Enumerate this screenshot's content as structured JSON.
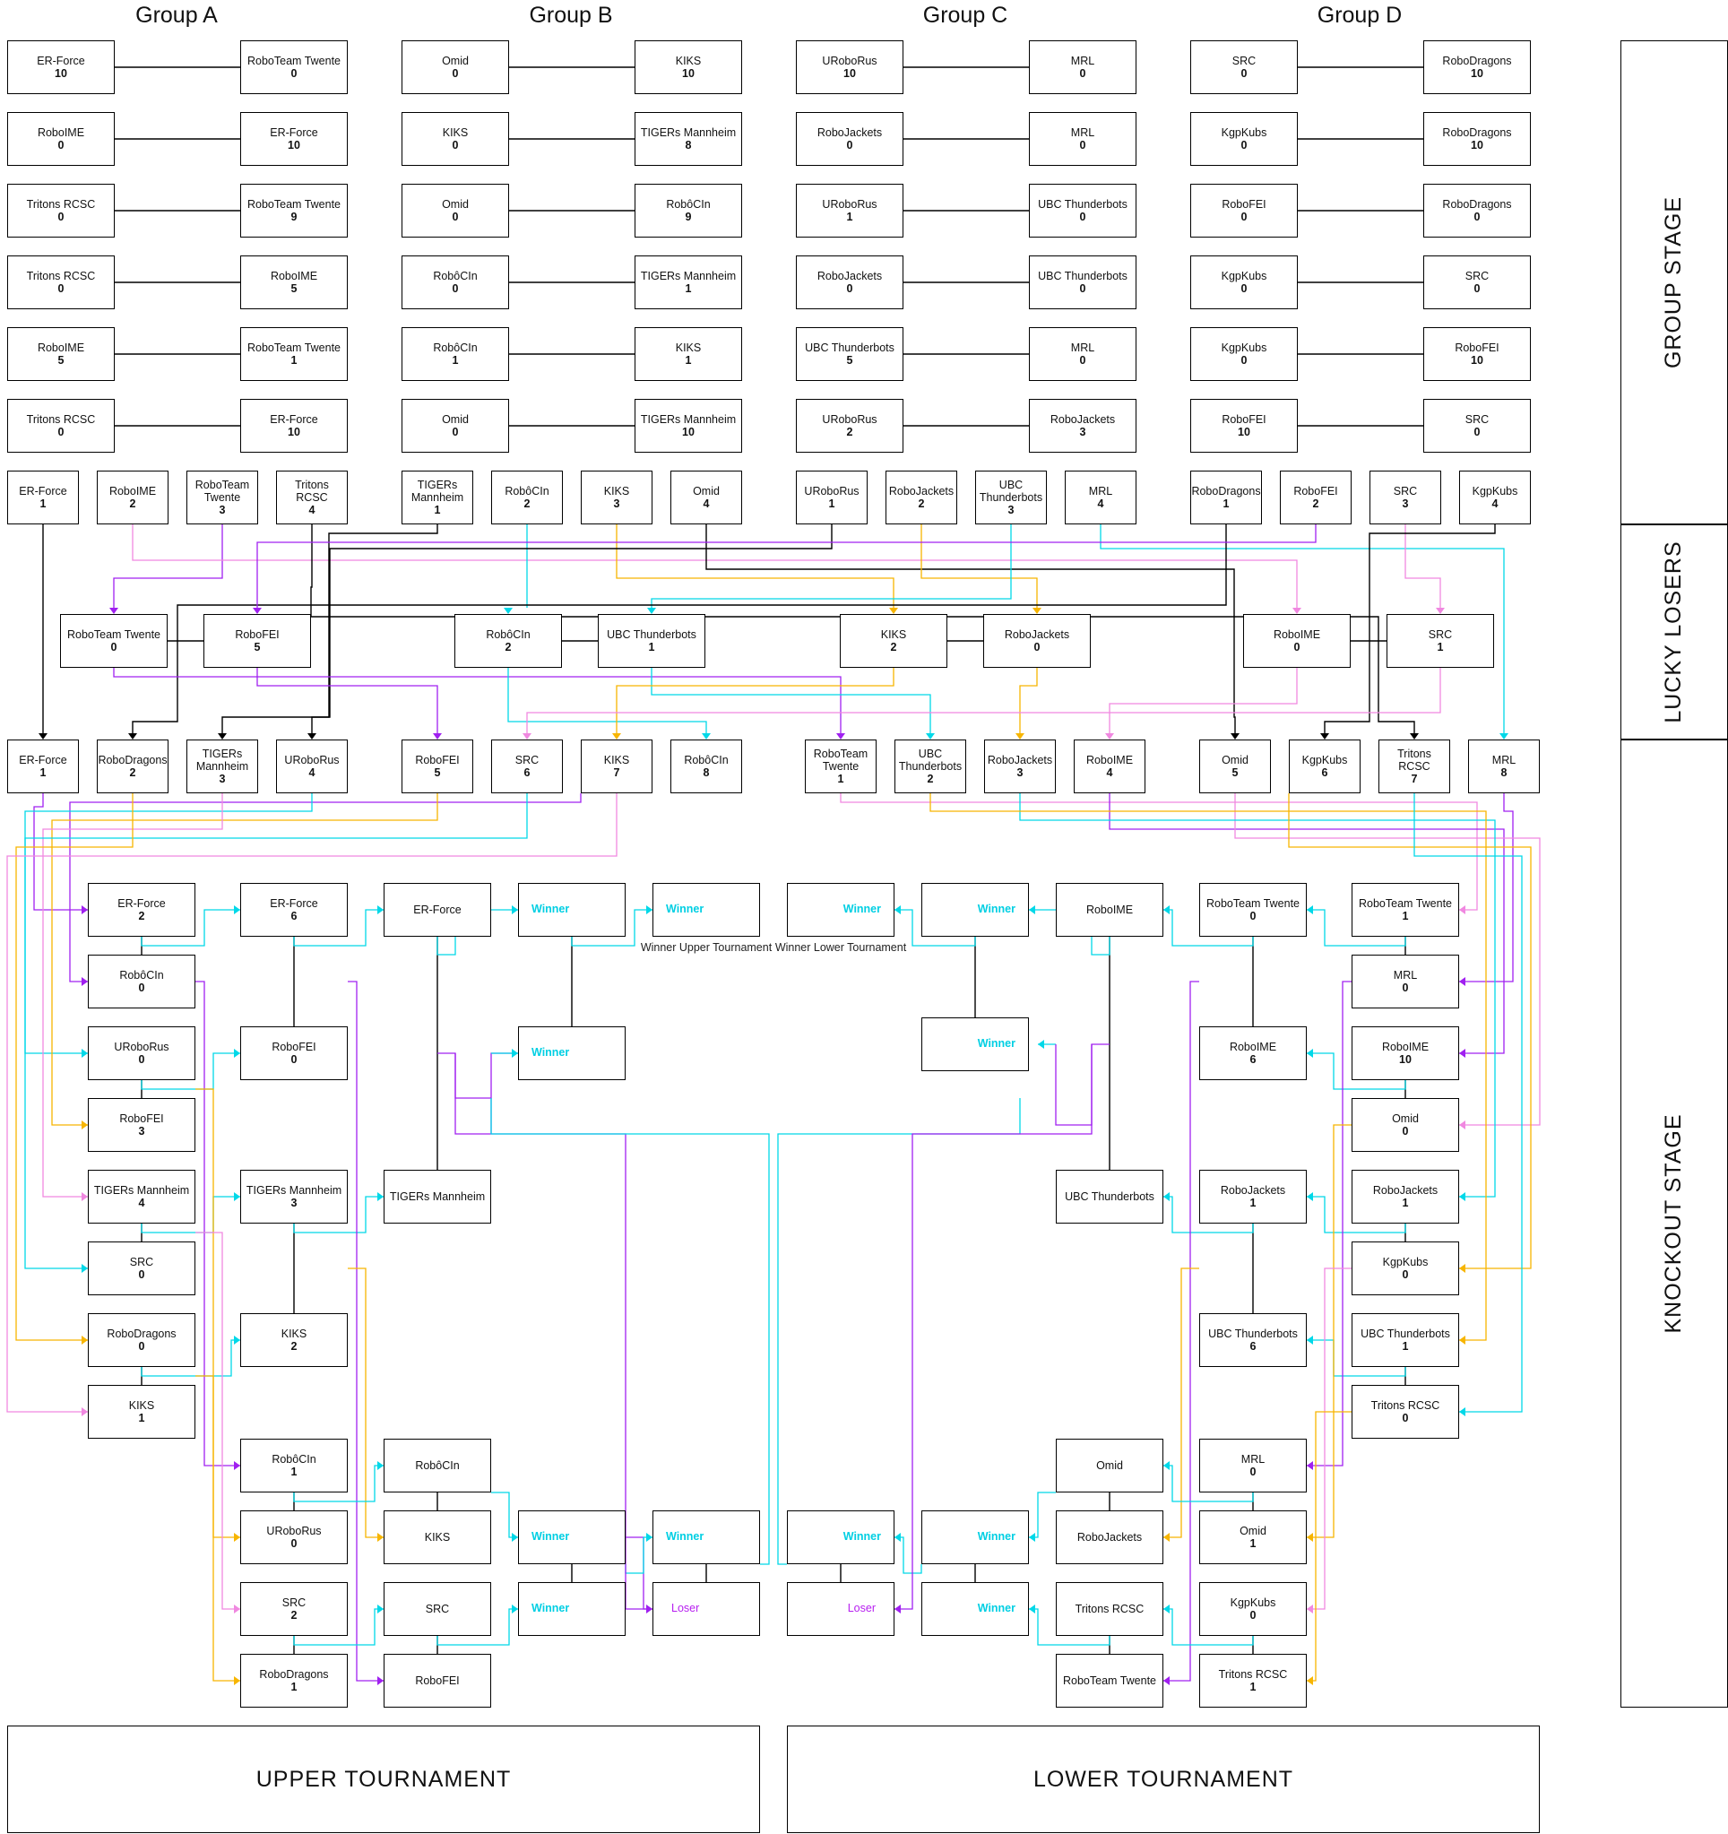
{
  "groups": [
    "Group A",
    "Group B",
    "Group C",
    "Group D"
  ],
  "stages": [
    "GROUP STAGE",
    "LUCKY LOSERS",
    "KNOCKOUT STAGE"
  ],
  "tournaments": [
    "UPPER TOURNAMENT",
    "LOWER TOURNAMENT"
  ],
  "captions": {
    "winner_upper": "Winner Upper Tournament",
    "winner_lower": "Winner Lower Tournament"
  },
  "colors": {
    "cyan": "#00d8e8",
    "purple": "#a020f0",
    "orange": "#f7b500",
    "pink": "#f088e0",
    "black": "#000000"
  },
  "group_matches": [
    [
      [
        {
          "team": "ER-Force",
          "score": "10"
        },
        {
          "team": "RoboTeam Twente",
          "score": "0"
        }
      ],
      [
        {
          "team": "RoboIME",
          "score": "0"
        },
        {
          "team": "ER-Force",
          "score": "10"
        }
      ],
      [
        {
          "team": "Tritons RCSC",
          "score": "0"
        },
        {
          "team": "RoboTeam Twente",
          "score": "9"
        }
      ],
      [
        {
          "team": "Tritons RCSC",
          "score": "0"
        },
        {
          "team": "RoboIME",
          "score": "5"
        }
      ],
      [
        {
          "team": "RoboIME",
          "score": "5"
        },
        {
          "team": "RoboTeam Twente",
          "score": "1"
        }
      ],
      [
        {
          "team": "Tritons RCSC",
          "score": "0"
        },
        {
          "team": "ER-Force",
          "score": "10"
        }
      ]
    ],
    [
      [
        {
          "team": "Omid",
          "score": "0"
        },
        {
          "team": "KIKS",
          "score": "10"
        }
      ],
      [
        {
          "team": "KIKS",
          "score": "0"
        },
        {
          "team": "TIGERs Mannheim",
          "score": "8"
        }
      ],
      [
        {
          "team": "Omid",
          "score": "0"
        },
        {
          "team": "RobôCIn",
          "score": "9"
        }
      ],
      [
        {
          "team": "RobôCIn",
          "score": "0"
        },
        {
          "team": "TIGERs Mannheim",
          "score": "1"
        }
      ],
      [
        {
          "team": "RobôCIn",
          "score": "1"
        },
        {
          "team": "KIKS",
          "score": "1"
        }
      ],
      [
        {
          "team": "Omid",
          "score": "0"
        },
        {
          "team": "TIGERs Mannheim",
          "score": "10"
        }
      ]
    ],
    [
      [
        {
          "team": "URoboRus",
          "score": "10"
        },
        {
          "team": "MRL",
          "score": "0"
        }
      ],
      [
        {
          "team": "RoboJackets",
          "score": "0"
        },
        {
          "team": "MRL",
          "score": "0"
        }
      ],
      [
        {
          "team": "URoboRus",
          "score": "1"
        },
        {
          "team": "UBC Thunderbots",
          "score": "0"
        }
      ],
      [
        {
          "team": "RoboJackets",
          "score": "0"
        },
        {
          "team": "UBC Thunderbots",
          "score": "0"
        }
      ],
      [
        {
          "team": "UBC Thunderbots",
          "score": "5"
        },
        {
          "team": "MRL",
          "score": "0"
        }
      ],
      [
        {
          "team": "URoboRus",
          "score": "2"
        },
        {
          "team": "RoboJackets",
          "score": "3"
        }
      ]
    ],
    [
      [
        {
          "team": "SRC",
          "score": "0"
        },
        {
          "team": "RoboDragons",
          "score": "10"
        }
      ],
      [
        {
          "team": "KgpKubs",
          "score": "0"
        },
        {
          "team": "RoboDragons",
          "score": "10"
        }
      ],
      [
        {
          "team": "RoboFEI",
          "score": "0"
        },
        {
          "team": "RoboDragons",
          "score": "0"
        }
      ],
      [
        {
          "team": "KgpKubs",
          "score": "0"
        },
        {
          "team": "SRC",
          "score": "0"
        }
      ],
      [
        {
          "team": "KgpKubs",
          "score": "0"
        },
        {
          "team": "RoboFEI",
          "score": "10"
        }
      ],
      [
        {
          "team": "RoboFEI",
          "score": "10"
        },
        {
          "team": "SRC",
          "score": "0"
        }
      ]
    ]
  ],
  "group_rankings": [
    [
      {
        "team": "ER-Force",
        "rank": "1"
      },
      {
        "team": "RoboIME",
        "rank": "2"
      },
      {
        "team": "RoboTeam Twente",
        "rank": "3"
      },
      {
        "team": "Tritons RCSC",
        "rank": "4"
      }
    ],
    [
      {
        "team": "TIGERs Mannheim",
        "rank": "1"
      },
      {
        "team": "RobôCIn",
        "rank": "2"
      },
      {
        "team": "KIKS",
        "rank": "3"
      },
      {
        "team": "Omid",
        "rank": "4"
      }
    ],
    [
      {
        "team": "URoboRus",
        "rank": "1"
      },
      {
        "team": "RoboJackets",
        "rank": "2"
      },
      {
        "team": "UBC Thunderbots",
        "rank": "3"
      },
      {
        "team": "MRL",
        "rank": "4"
      }
    ],
    [
      {
        "team": "RoboDragons",
        "rank": "1"
      },
      {
        "team": "RoboFEI",
        "rank": "2"
      },
      {
        "team": "SRC",
        "rank": "3"
      },
      {
        "team": "KgpKubs",
        "rank": "4"
      }
    ]
  ],
  "lucky_losers": [
    [
      {
        "team": "RoboTeam Twente",
        "score": "0"
      },
      {
        "team": "RoboFEI",
        "score": "5"
      }
    ],
    [
      {
        "team": "RobôCIn",
        "score": "2"
      },
      {
        "team": "UBC Thunderbots",
        "score": "1"
      }
    ],
    [
      {
        "team": "KIKS",
        "score": "2"
      },
      {
        "team": "RoboJackets",
        "score": "0"
      }
    ],
    [
      {
        "team": "RoboIME",
        "score": "0"
      },
      {
        "team": "SRC",
        "score": "1"
      }
    ]
  ],
  "seeds": [
    {
      "team": "ER-Force",
      "seed": "1"
    },
    {
      "team": "RoboDragons",
      "seed": "2"
    },
    {
      "team": "TIGERs Mannheim",
      "seed": "3"
    },
    {
      "team": "URoboRus",
      "seed": "4"
    },
    {
      "team": "RoboFEI",
      "seed": "5"
    },
    {
      "team": "SRC",
      "seed": "6"
    },
    {
      "team": "KIKS",
      "seed": "7"
    },
    {
      "team": "RobôCIn",
      "seed": "8"
    },
    {
      "team": "RoboTeam Twente",
      "seed": "1"
    },
    {
      "team": "UBC Thunderbots",
      "seed": "2"
    },
    {
      "team": "RoboJackets",
      "seed": "3"
    },
    {
      "team": "RoboIME",
      "seed": "4"
    },
    {
      "team": "Omid",
      "seed": "5"
    },
    {
      "team": "KgpKubs",
      "seed": "6"
    },
    {
      "team": "Tritons RCSC",
      "seed": "7"
    },
    {
      "team": "MRL",
      "seed": "8"
    }
  ],
  "upper": {
    "r1": [
      {
        "team": "ER-Force",
        "score": "2"
      },
      {
        "team": "RobôCIn",
        "score": "0"
      },
      {
        "team": "URoboRus",
        "score": "0"
      },
      {
        "team": "RoboFEI",
        "score": "3"
      },
      {
        "team": "TIGERs Mannheim",
        "score": "4"
      },
      {
        "team": "SRC",
        "score": "0"
      },
      {
        "team": "RoboDragons",
        "score": "0"
      },
      {
        "team": "KIKS",
        "score": "1"
      }
    ],
    "r2": [
      {
        "team": "ER-Force",
        "score": "6"
      },
      {
        "team": "RoboFEI",
        "score": "0"
      },
      {
        "team": "TIGERs Mannheim",
        "score": "3"
      },
      {
        "team": "KIKS",
        "score": "2"
      }
    ],
    "r3": [
      {
        "team": "ER-Force"
      },
      {
        "team": "TIGERs Mannheim"
      }
    ],
    "loser_r1": [
      {
        "team": "RobôCIn",
        "score": "1"
      },
      {
        "team": "URoboRus",
        "score": "0"
      },
      {
        "team": "SRC",
        "score": "2"
      },
      {
        "team": "RoboDragons",
        "score": "1"
      }
    ],
    "loser_r2": [
      {
        "team": "RobôCIn"
      },
      {
        "team": "KIKS"
      },
      {
        "team": "SRC"
      },
      {
        "team": "RoboFEI"
      }
    ],
    "winner_label": "Winner",
    "loser_label": "Loser"
  },
  "lower": {
    "r1": [
      {
        "team": "RoboTeam Twente",
        "score": "1"
      },
      {
        "team": "MRL",
        "score": "0"
      },
      {
        "team": "RoboIME",
        "score": "10"
      },
      {
        "team": "Omid",
        "score": "0"
      },
      {
        "team": "RoboJackets",
        "score": "1"
      },
      {
        "team": "KgpKubs",
        "score": "0"
      },
      {
        "team": "UBC Thunderbots",
        "score": "1"
      },
      {
        "team": "Tritons RCSC",
        "score": "0"
      }
    ],
    "r2": [
      {
        "team": "RoboTeam Twente",
        "score": "0"
      },
      {
        "team": "RoboIME",
        "score": "6"
      },
      {
        "team": "RoboJackets",
        "score": "1"
      },
      {
        "team": "UBC Thunderbots",
        "score": "6"
      }
    ],
    "r3": [
      {
        "team": "RoboIME"
      },
      {
        "team": "UBC Thunderbots"
      }
    ],
    "loser_r1": [
      {
        "team": "MRL",
        "score": "0"
      },
      {
        "team": "Omid",
        "score": "1"
      },
      {
        "team": "KgpKubs",
        "score": "0"
      },
      {
        "team": "Tritons RCSC",
        "score": "1"
      }
    ],
    "loser_r2": [
      {
        "team": "Omid"
      },
      {
        "team": "RoboJackets"
      },
      {
        "team": "Tritons RCSC"
      },
      {
        "team": "RoboTeam Twente"
      }
    ],
    "winner_label": "Winner",
    "loser_label": "Loser"
  }
}
